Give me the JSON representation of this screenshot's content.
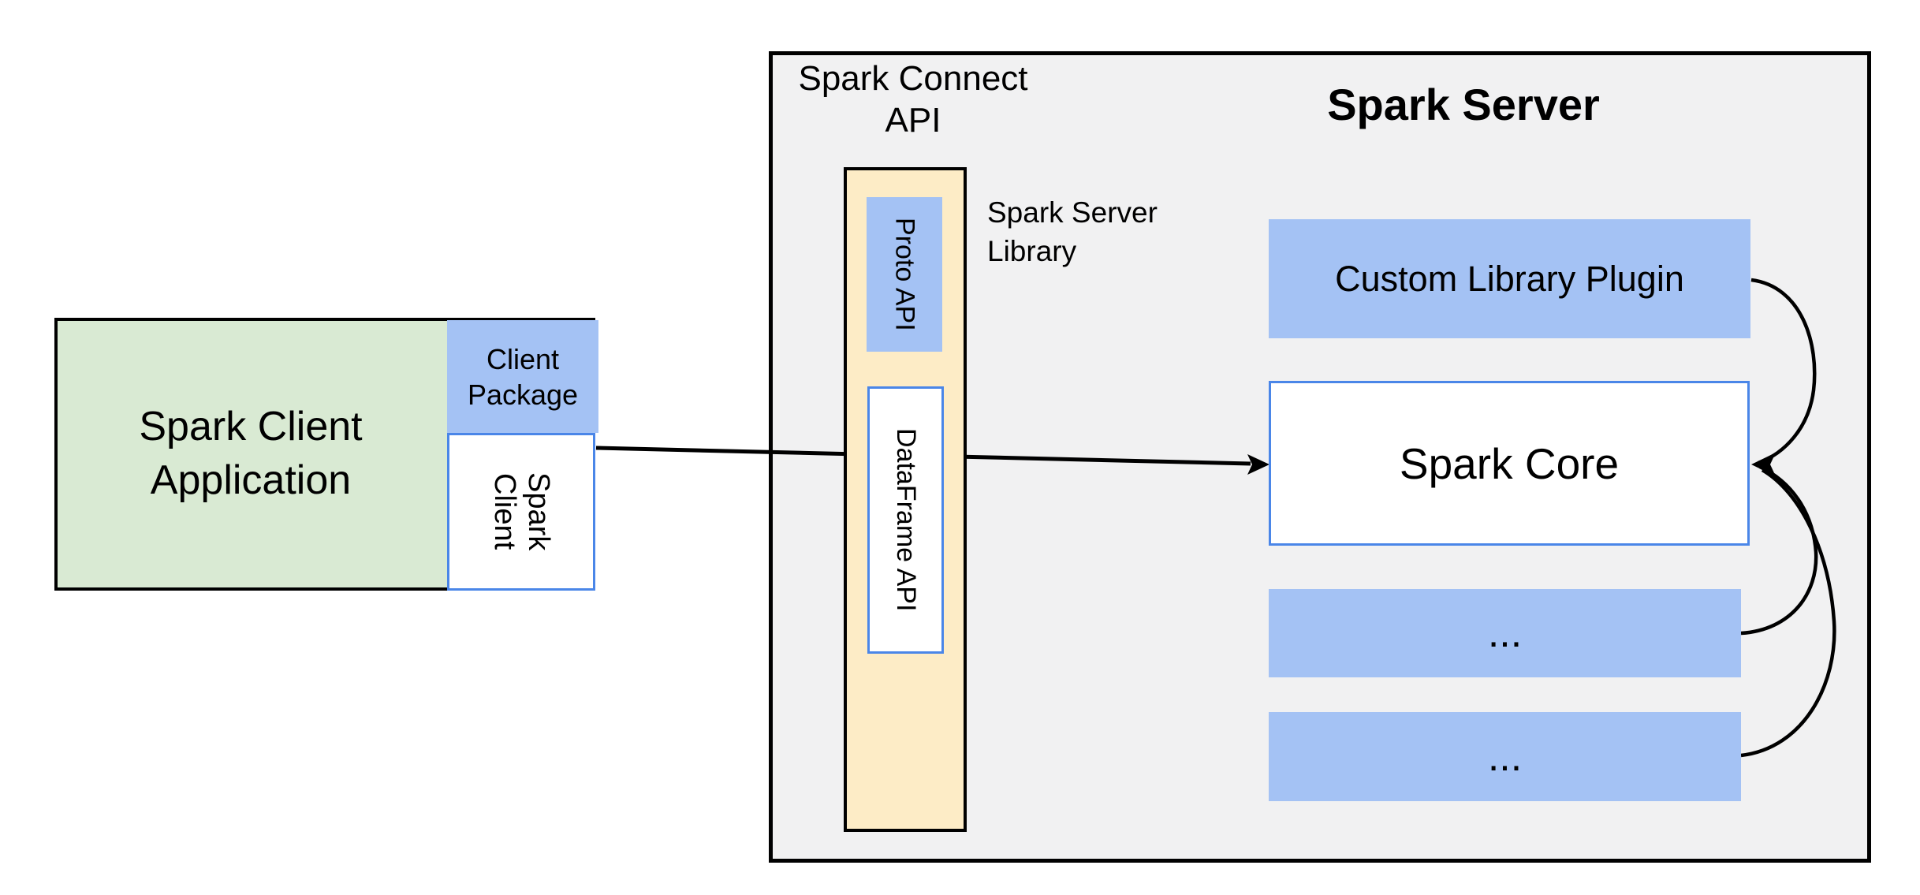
{
  "colors": {
    "green_fill": "#d9ead3",
    "blue_fill": "#a4c2f4",
    "yellow_fill": "#fdecc6",
    "panel_fill": "#f1f1f2",
    "blue_border": "#4a86e8",
    "line": "#000000"
  },
  "client": {
    "application": "Spark Client Application",
    "package": "Client Package",
    "client": "Spark Client"
  },
  "connect": {
    "api_title": "Spark Connect API",
    "server_library": "Spark Server Library",
    "proto_api": "Proto API",
    "dataframe_api": "DataFrame API"
  },
  "server": {
    "title": "Spark Server",
    "plugin": "Custom Library Plugin",
    "core": "Spark Core",
    "more_1": "...",
    "more_2": "..."
  }
}
